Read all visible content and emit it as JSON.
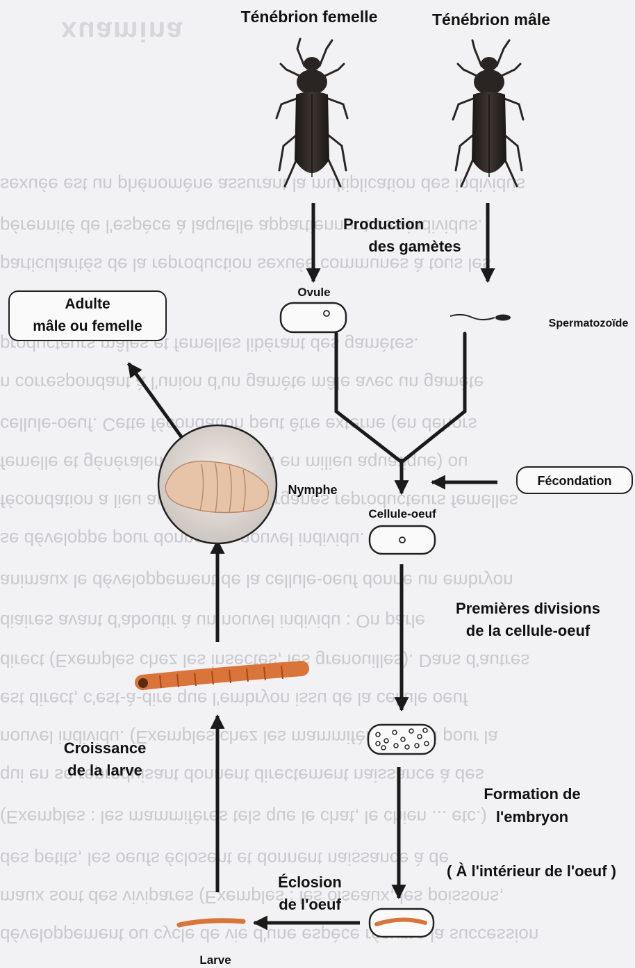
{
  "labels": {
    "female_title": "Ténébrion femelle",
    "male_title": "Ténébrion mâle",
    "production_line1": "Production",
    "production_line2": "des gamètes",
    "ovule": "Ovule",
    "spermatozoide": "Spermatozoïde",
    "adult_line1": "Adulte",
    "adult_line2": "mâle ou femelle",
    "nymphe": "Nymphe",
    "fecondation": "Fécondation",
    "cellule_oeuf": "Cellule-oeuf",
    "divisions_line1": "Premières divisions",
    "divisions_line2": "de la cellule-oeuf",
    "croissance_line1": "Croissance",
    "croissance_line2": "de la larve",
    "formation_line1": "Formation de",
    "formation_line2": "l'embryon",
    "interieur": "( À l'intérieur de l'oeuf )",
    "eclosion_line1": "Éclosion",
    "eclosion_line2": "de l'oeuf",
    "larve": "Larve"
  },
  "colors": {
    "beetle": "#2a2522",
    "larva": "#d9743a",
    "pupa": "#e7c3a8",
    "arrow": "#1a1a1a"
  }
}
